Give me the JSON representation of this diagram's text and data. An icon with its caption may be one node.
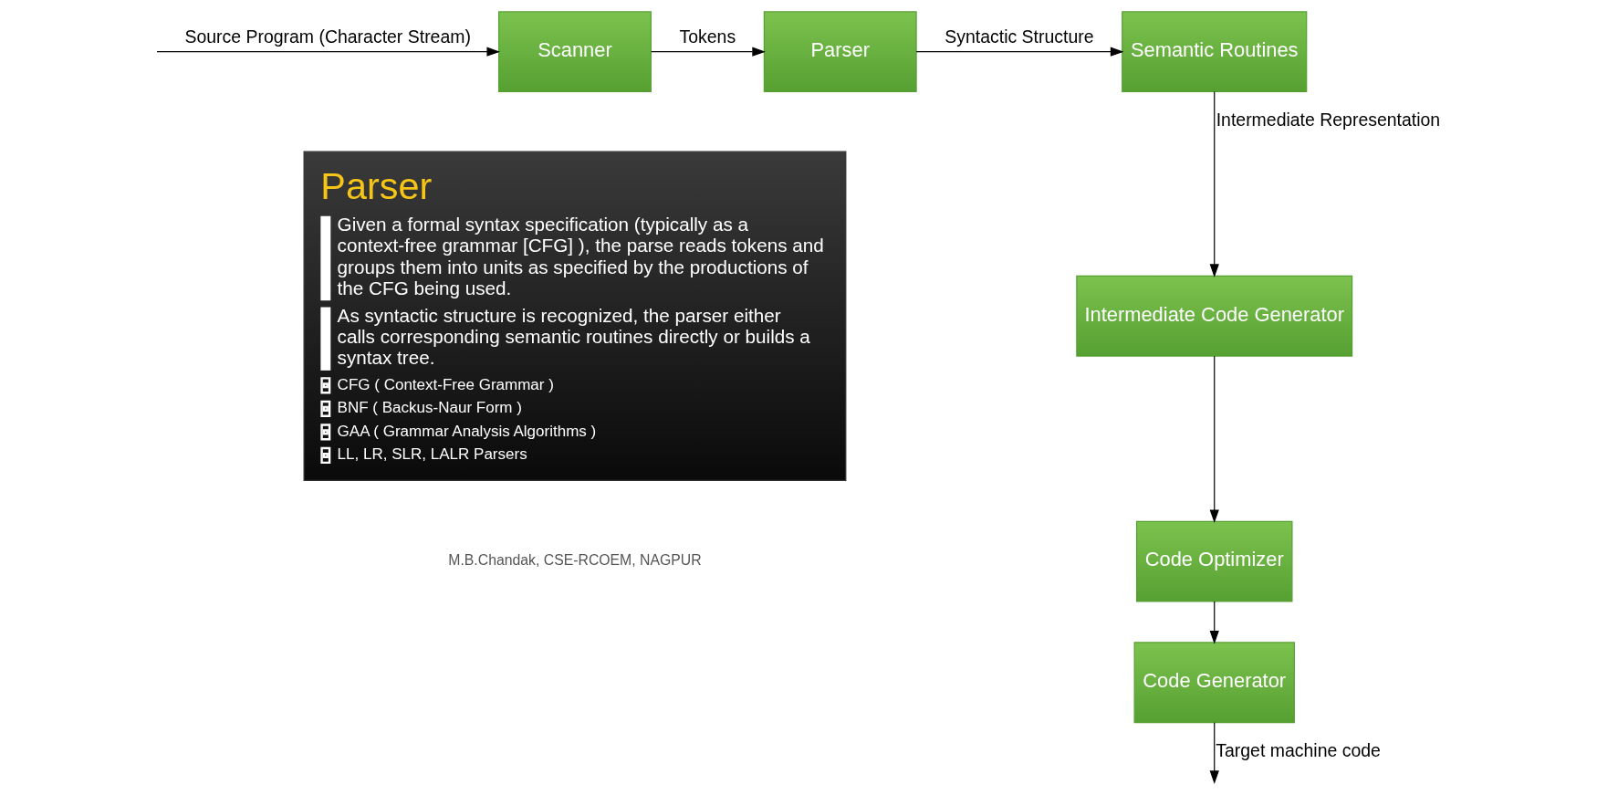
{
  "diagram": {
    "nodes": [
      {
        "text": [
          "Scanner"
        ]
      },
      {
        "text": [
          "Parser"
        ]
      },
      {
        "text": [
          "Semantic Routines"
        ]
      },
      {
        "text": [
          "Intermediate Code Generator"
        ]
      },
      {
        "text": [
          "Code Optimizer"
        ]
      },
      {
        "text": [
          "Code Generator"
        ]
      },
      {
        "text": [
          "Parser",
          "Given a formal syntax specification (typically as a context-free grammar [CFG] ), the parse reads tokens and groups them into units as specified by the productions of the CFG being used.",
          "As syntactic structure is recognized, the parser either calls corresponding semantic routines directly or builds a syntax tree.",
          "CFG ( Context-Free Grammar )",
          "BNF ( Backus-Naur Form )",
          "GAA ( Grammar Analysis Algorithms )",
          "LL, LR, SLR, LALR Parsers"
        ]
      }
    ],
    "edges": [
      {
        "from": null,
        "to": 0,
        "arrow": "to",
        "label": "Source Program (Character Stream)"
      },
      {
        "from": 0,
        "to": 1,
        "arrow": "to",
        "label": "Tokens"
      },
      {
        "from": 1,
        "to": 2,
        "arrow": "to",
        "label": "Syntactic Structure"
      },
      {
        "from": 2,
        "to": 3,
        "arrow": "to",
        "label": "Intermediate Representation"
      },
      {
        "from": 3,
        "to": 4,
        "arrow": "to"
      },
      {
        "from": 4,
        "to": 5,
        "arrow": "to"
      },
      {
        "from": 5,
        "to": null,
        "arrow": "to",
        "label": "Target machine code"
      }
    ],
    "labels": [
      "M.B.Chandak, CSE-RCOEM, NAGPUR"
    ]
  }
}
